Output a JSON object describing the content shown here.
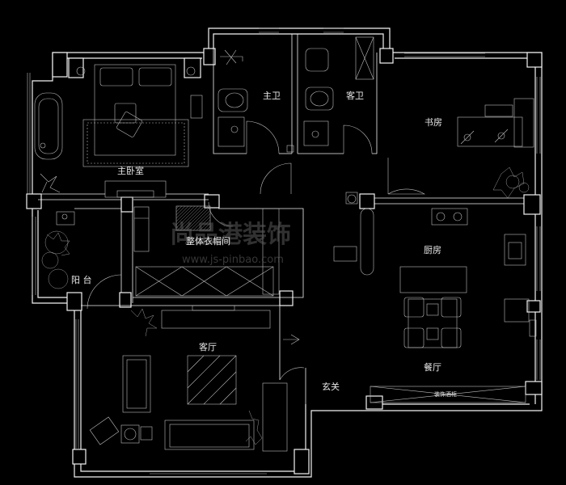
{
  "rooms": {
    "master_bedroom": "主卧室",
    "master_bath": "主卫",
    "guest_bath": "客卫",
    "study": "书房",
    "walkin_closet": "整体衣帽间",
    "balcony": "阳 台",
    "kitchen": "厨房",
    "living_room": "客厅",
    "foyer": "玄关",
    "dining_room": "餐厅",
    "wine_cabinet": "装饰酒柜"
  },
  "watermark": {
    "text": "尚品港装饰",
    "url": "www.js-pinbao.com"
  },
  "colors": {
    "background": "#000000",
    "line": "#f2f2f2",
    "text": "#e8e8e8"
  }
}
